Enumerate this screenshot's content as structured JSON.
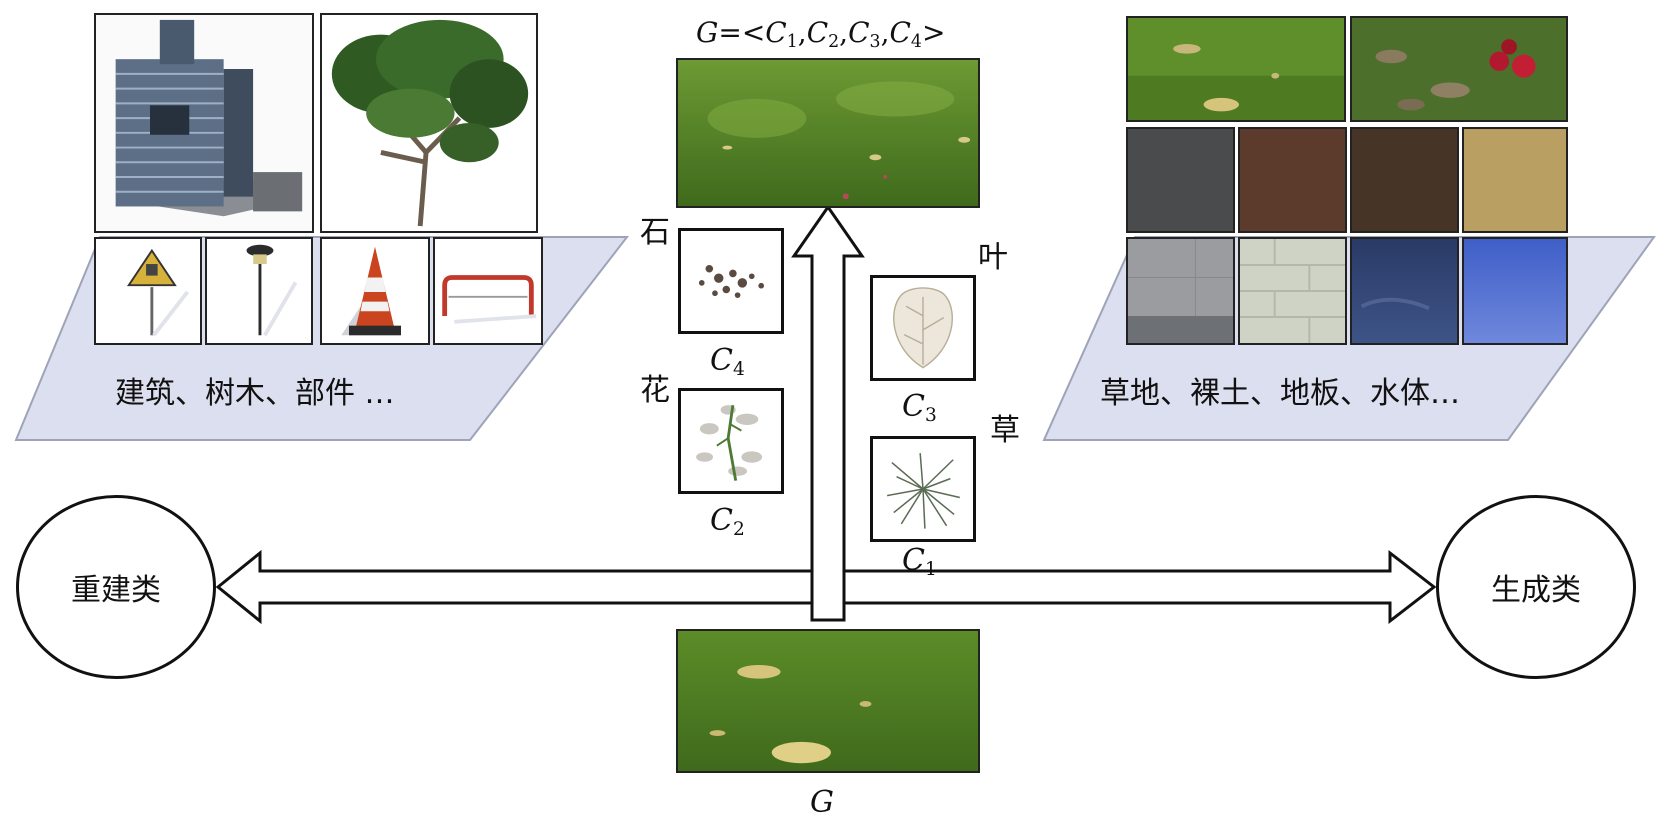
{
  "top_formula": {
    "g": "G",
    "eq": "=<",
    "c1": "C",
    "s1": "1",
    "c2": "C",
    "s2": "2",
    "c3": "C",
    "s3": "3",
    "c4": "C",
    "s4": "4",
    "close": ">",
    "comma": ","
  },
  "left_panel": {
    "caption": "建筑、树木、部件 …"
  },
  "right_panel": {
    "caption": "草地、裸土、地板、水体…"
  },
  "components": {
    "c4": {
      "tag": "石",
      "var": "C",
      "sub": "4"
    },
    "c2": {
      "tag": "花",
      "var": "C",
      "sub": "2"
    },
    "c3": {
      "tag": "叶",
      "var": "C",
      "sub": "3"
    },
    "c1": {
      "tag": "草",
      "var": "C",
      "sub": "1"
    }
  },
  "bottom_caption": "G",
  "left_circle": {
    "label": "重建类"
  },
  "right_circle": {
    "label": "生成类"
  },
  "colors": {
    "grass": "#5f8f2a",
    "grass_dark": "#3f6a1c",
    "panel": "#dcdfef",
    "panel_stroke": "#9ea3b8",
    "arrow": "#111111"
  }
}
